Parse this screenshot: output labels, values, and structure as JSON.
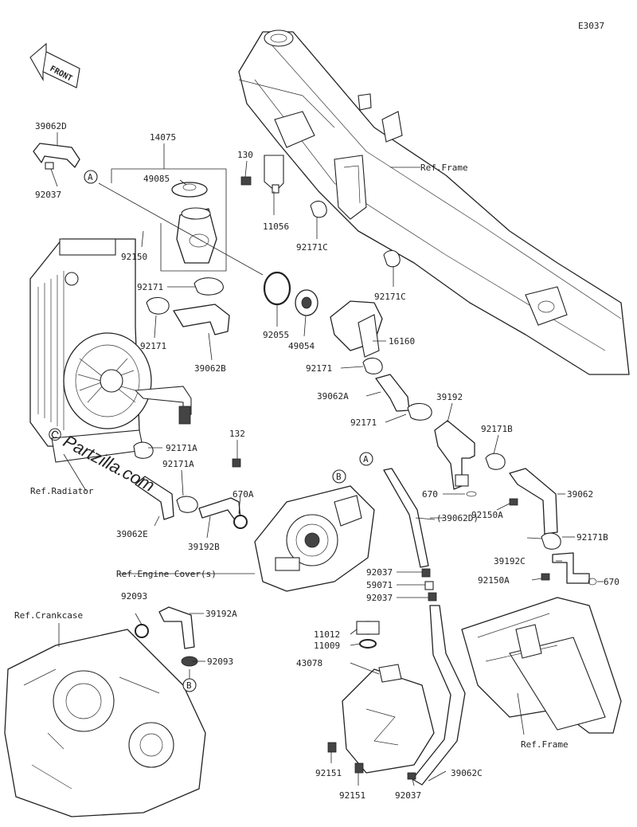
{
  "diagram": {
    "code": "E3037",
    "front_label": "FRONT",
    "watermark": "© Partzilla.com",
    "refs": {
      "frame_top": "Ref.Frame",
      "frame_bottom": "Ref.Frame",
      "radiator": "Ref.Radiator",
      "engine_cover": "Ref.Engine Cover(s)",
      "crankcase": "Ref.Crankcase"
    },
    "markers": {
      "a": "A",
      "b": "B"
    },
    "parts": {
      "p39062D": "39062D",
      "p92037_a": "92037",
      "p14075": "14075",
      "p49085": "49085",
      "p130": "130",
      "p11056": "11056",
      "p92171C_a": "92171C",
      "p92171C_b": "92171C",
      "p92150": "92150",
      "p92171_a": "92171",
      "p92171_b": "92171",
      "p92055": "92055",
      "p49054": "49054",
      "p16160": "16160",
      "p39062B": "39062B",
      "p92171_c": "92171",
      "p39062A": "39062A",
      "p39192": "39192",
      "p92171_d": "92171",
      "p92171B_a": "92171B",
      "p132": "132",
      "p92171A_a": "92171A",
      "p92171A_b": "92171A",
      "p670_a": "670",
      "p39062": "39062",
      "p670A": "670A",
      "p39062D_ref": "(39062D)",
      "p92150A_a": "92150A",
      "p92171B_b": "92171B",
      "p39062E": "39062E",
      "p39192B": "39192B",
      "p39192C": "39192C",
      "p92150A_b": "92150A",
      "p670_b": "670",
      "p92037_b": "92037",
      "p59071": "59071",
      "p92037_c": "92037",
      "p92093_a": "92093",
      "p39192A": "39192A",
      "p92093_b": "92093",
      "p11012": "11012",
      "p11009": "11009",
      "p43078": "43078",
      "p92151_a": "92151",
      "p92151_b": "92151",
      "p92037_d": "92037",
      "p39062C": "39062C"
    }
  }
}
